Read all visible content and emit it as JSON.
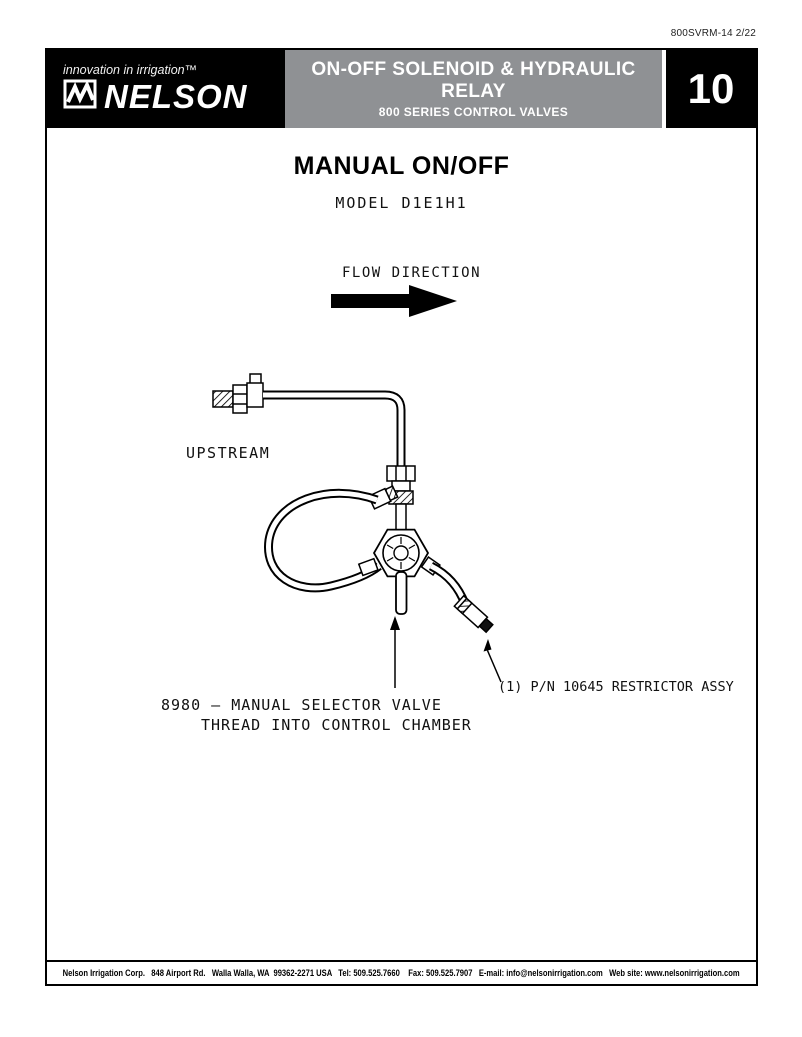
{
  "colors": {
    "header-gray": "#8f9194",
    "ink": "#000000"
  },
  "doc_code": "800SVRM-14 2/22",
  "header": {
    "tagline": "innovation in irrigation™",
    "brand": "NELSON",
    "title_line1": "ON-OFF SOLENOID & HYDRAULIC",
    "title_line2": "RELAY",
    "subtitle": "800 SERIES CONTROL VALVES",
    "page_number": "10"
  },
  "content": {
    "title": "MANUAL ON/OFF",
    "model": "MODEL D1E1H1"
  },
  "diagram": {
    "flow_label": "FLOW DIRECTION",
    "upstream_label": "UPSTREAM",
    "restrictor_callout": "(1) P/N 10645 RESTRICTOR ASSY",
    "valve_callout_line1": "8980 – MANUAL SELECTOR VALVE",
    "valve_callout_line2": "THREAD INTO CONTROL CHAMBER"
  },
  "footer": {
    "text": "Nelson Irrigation Corp.   848 Airport Rd.   Walla Walla, WA  99362-2271 USA   Tel: 509.525.7660    Fax: 509.525.7907   E-mail: info@nelsonirrigation.com   Web site: www.nelsonirrigation.com"
  }
}
